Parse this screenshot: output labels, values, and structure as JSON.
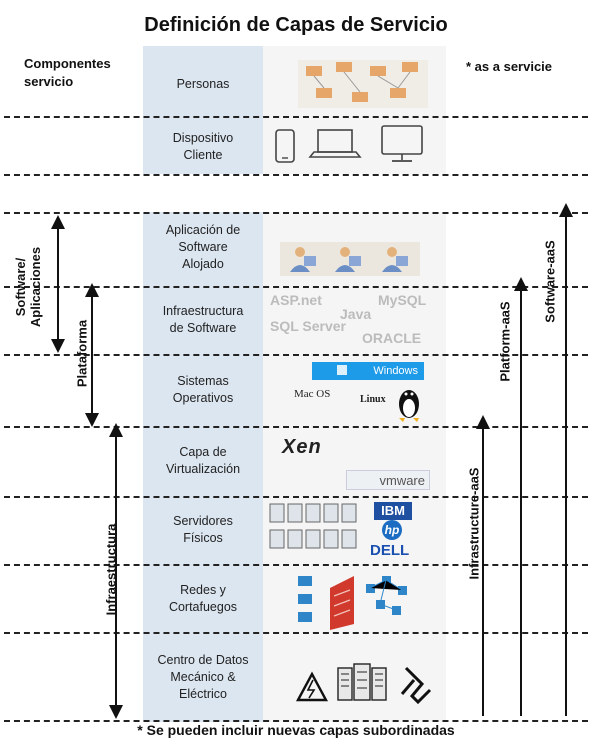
{
  "title": "Definición de Capas de Servicio",
  "components_label": [
    "Componentes",
    "servicio"
  ],
  "as_a_service_note": "* as a servicie",
  "footer_note": "* Se pueden incluir nuevas capas subordinadas",
  "layers": [
    {
      "lines": [
        "Personas"
      ]
    },
    {
      "lines": [
        "Dispositivo",
        "Cliente"
      ]
    },
    {
      "lines": [
        "Aplicación de",
        "Software",
        "Alojado"
      ]
    },
    {
      "lines": [
        "Infraestructura",
        "de Software"
      ]
    },
    {
      "lines": [
        "Sistemas",
        "Operativos"
      ]
    },
    {
      "lines": [
        "Capa de",
        "Virtualización"
      ]
    },
    {
      "lines": [
        "Servidores",
        "Físicos"
      ]
    },
    {
      "lines": [
        "Redes y",
        "Cortafuegos"
      ]
    },
    {
      "lines": [
        "Centro de Datos",
        "Mecánico &",
        "Eléctrico"
      ]
    }
  ],
  "left_brackets": {
    "software": [
      "Software/",
      "Aplicaciones"
    ],
    "plataforma": "Plataforma",
    "infraestructura": "Infraestructura"
  },
  "right_arrows": {
    "infrastructure": "Infrastructure-aaS",
    "platform": "Platform-aaS",
    "software": "Software-aaS"
  },
  "logos": {
    "aspnet": "ASP.net",
    "mysql": "MySQL",
    "java": "Java",
    "sqlserver": "SQL Server",
    "oracle": "ORACLE",
    "windows": "Windows",
    "macos": "Mac OS",
    "linux": "Linux",
    "xen": "Xen",
    "vmware": "vmware",
    "ibm": "IBM",
    "hp": "hp",
    "dell": "DELL"
  },
  "icons": {
    "personas": "org-chart-icon",
    "device_phone": "smartphone-icon",
    "device_laptop": "laptop-icon",
    "device_desktop": "desktop-monitor-icon",
    "app": "user-at-computer-icon",
    "servers": "server-rack-icon",
    "network": "network-firewall-icon",
    "electric": "electrical-hazard-icon",
    "datacenter": "datacenter-rack-icon",
    "mechanical": "mechanical-hazard-icon",
    "tux": "tux-penguin-icon"
  },
  "colors": {
    "layer_column": "#dce6f1",
    "windows_blue": "#1e9be8",
    "ibm_blue": "#1f4fa0",
    "dell_blue": "#1a50b0",
    "hp_blue": "#1b6cc2",
    "firewall_red": "#d0392b",
    "network_blue": "#2e86c9"
  }
}
